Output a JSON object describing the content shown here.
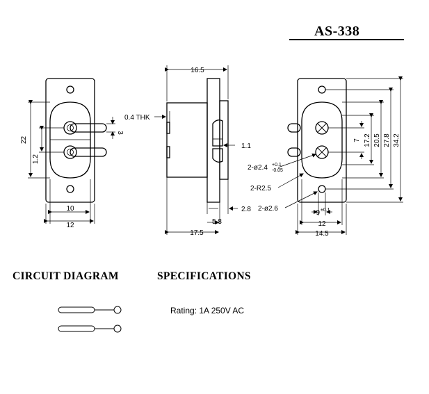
{
  "title": "AS-338",
  "headings": {
    "circuit": "CIRCUIT DIAGRAM",
    "specifications": "SPECIFICATIONS"
  },
  "specifications": {
    "rating": "Rating: 1A 250V AC"
  },
  "front_view": {
    "dims": {
      "height_22": "22",
      "pitch_1_2": "1.2",
      "pin_3": "3",
      "w_10": "10",
      "w_12": "12"
    }
  },
  "side_view": {
    "dims": {
      "d_16_5": "16.5",
      "d_0_4": "0.4 THK",
      "d_1_1": "1.1",
      "d_2_8": "2.8",
      "d_5_8": "5.8",
      "d_17_5": "17.5"
    }
  },
  "rear_view": {
    "dims": {
      "d_7": "7",
      "d_17_2": "17.2",
      "d_20_5": "20.5",
      "d_27_8": "27.8",
      "d_34_2": "34.2",
      "hole_main": "2-ø2.4",
      "hole_tol_top": "+0.1",
      "hole_tol_bottom": "-0.05",
      "r_2_5": "2-R2.5",
      "hole_2_6": "2-ø2.6",
      "w_9": "9",
      "w_9_tol": "±0.1",
      "w_12": "12",
      "w_14_5": "14.5"
    }
  }
}
